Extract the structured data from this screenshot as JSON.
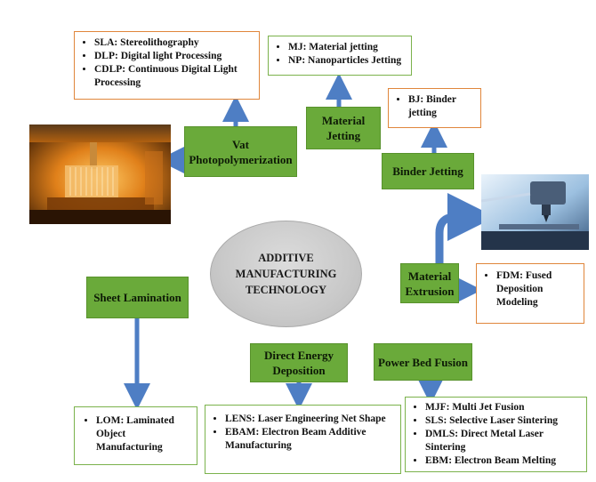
{
  "center": {
    "line1": "ADDITIVE",
    "line2": "MANUFACTURING",
    "line3": "TECHNOLOGY"
  },
  "categories": {
    "vat": {
      "line1": "Vat",
      "line2": "Photopolymerization"
    },
    "material_jetting": {
      "line1": "Material",
      "line2": "Jetting"
    },
    "binder_jetting": {
      "label": "Binder Jetting"
    },
    "material_extrusion": {
      "line1": "Material",
      "line2": "Extrusion"
    },
    "sheet_lamination": {
      "label": "Sheet Lamination"
    },
    "direct_energy": {
      "line1": "Direct Energy",
      "line2": "Deposition"
    },
    "powder_bed": {
      "label": "Power Bed Fusion"
    }
  },
  "details": {
    "vat": [
      "SLA: Stereolithography",
      "DLP: Digital light Processing",
      "CDLP: Continuous Digital Light Processing"
    ],
    "material_jetting": [
      "MJ: Material jetting",
      "NP: Nanoparticles Jetting"
    ],
    "binder_jetting": [
      "BJ: Binder jetting"
    ],
    "material_extrusion": [
      "FDM: Fused Deposition Modeling"
    ],
    "sheet_lamination": [
      "LOM: Laminated Object Manufacturing"
    ],
    "direct_energy": [
      "LENS: Laser Engineering Net Shape",
      "EBAM: Electron Beam Additive Manufacturing"
    ],
    "powder_bed": [
      "MJF: Multi Jet Fusion",
      "SLS: Selective Laser Sintering",
      "DMLS: Direct Metal Laser Sintering",
      "EBM: Electron Beam Melting"
    ]
  },
  "colors": {
    "box_green": "#6aaa3a",
    "arrow_blue": "#4e7ec4",
    "border_orange": "#e0863b",
    "border_green": "#7bb24c"
  },
  "images": {
    "vat_photo": "vat-printer-photo",
    "extrusion_photo": "fdm-printer-photo"
  }
}
